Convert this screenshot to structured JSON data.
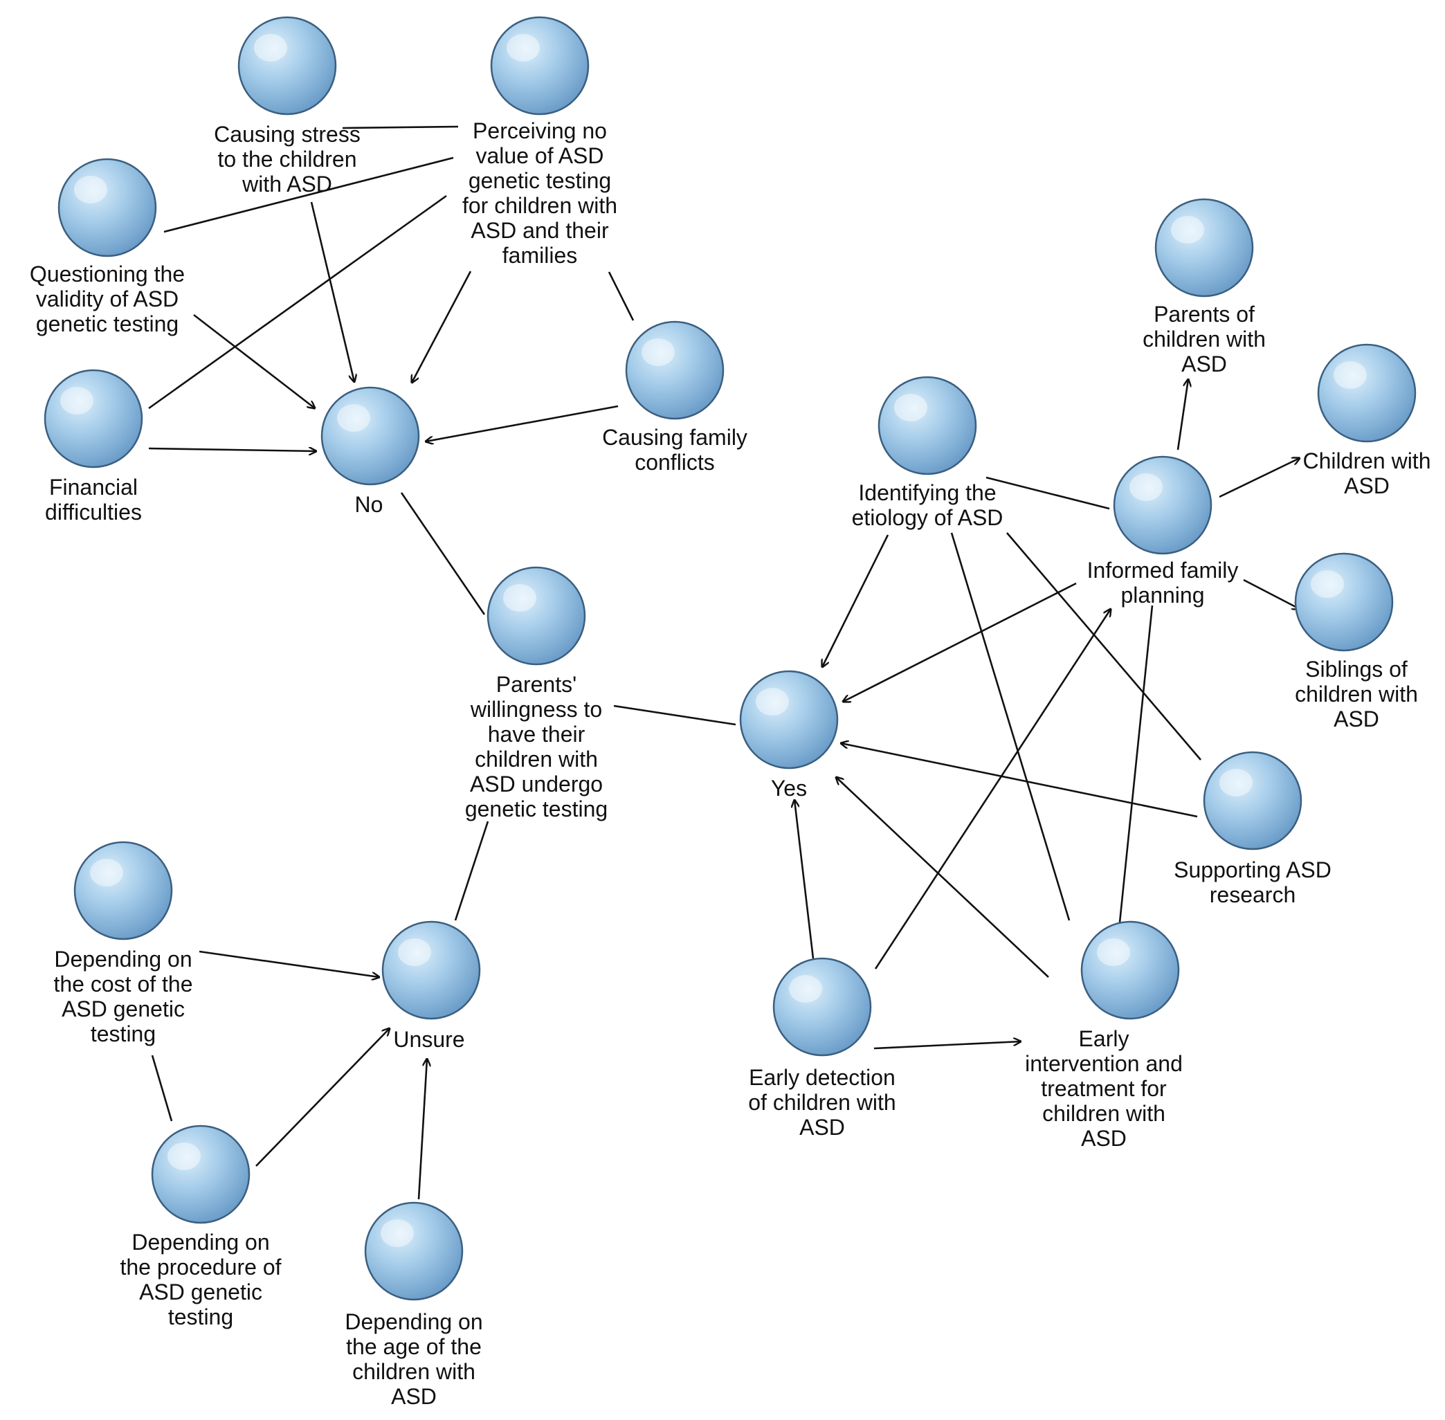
{
  "colors": {
    "sphere_light": "#dceefa",
    "sphere_mid": "#a6cdea",
    "sphere_dark": "#6a9cc8",
    "sphere_edge": "#3b5f80",
    "line": "#111111",
    "text": "#111111"
  },
  "nodes": {
    "causing_stress": {
      "label": [
        "Causing stress",
        "to the children",
        "with ASD"
      ]
    },
    "perceiving_no_value": {
      "label": [
        "Perceiving no",
        "value of ASD",
        "genetic testing",
        "for children with",
        "ASD and their",
        "families"
      ]
    },
    "questioning_validity": {
      "label": [
        "Questioning the",
        "validity of ASD",
        "genetic testing"
      ]
    },
    "financial": {
      "label": [
        "Financial",
        "difficulties"
      ]
    },
    "no": {
      "label": [
        "No"
      ]
    },
    "causing_conflicts": {
      "label": [
        "Causing family",
        "conflicts"
      ]
    },
    "parents_willingness": {
      "label": [
        "Parents'",
        "willingness to",
        "have their",
        "children with",
        "ASD undergo",
        "genetic testing"
      ]
    },
    "yes": {
      "label": [
        "Yes"
      ]
    },
    "identifying_etiology": {
      "label": [
        "Identifying the",
        "etiology of ASD"
      ]
    },
    "informed_planning": {
      "label": [
        "Informed family",
        "planning"
      ]
    },
    "parents_of_children": {
      "label": [
        "Parents of",
        "children with",
        "ASD"
      ]
    },
    "children_with_asd": {
      "label": [
        "Children with",
        "ASD"
      ]
    },
    "siblings": {
      "label": [
        "Siblings of",
        "children with",
        "ASD"
      ]
    },
    "supporting_research": {
      "label": [
        "Supporting ASD",
        "research"
      ]
    },
    "early_intervention": {
      "label": [
        "Early",
        "intervention and",
        "treatment for",
        "children with",
        "ASD"
      ]
    },
    "early_detection": {
      "label": [
        "Early detection",
        "of children with",
        "ASD"
      ]
    },
    "unsure": {
      "label": [
        "Unsure"
      ]
    },
    "depending_cost": {
      "label": [
        "Depending on",
        "the cost of the",
        "ASD genetic",
        "testing"
      ]
    },
    "depending_procedure": {
      "label": [
        "Depending on",
        "the procedure of",
        "ASD genetic",
        "testing"
      ]
    },
    "depending_age": {
      "label": [
        "Depending on",
        "the age of the",
        "children with",
        "ASD"
      ]
    }
  },
  "edges": [
    {
      "from": "causing_stress",
      "to": "perceiving_no_value",
      "directed": false
    },
    {
      "from": "questioning_validity",
      "to": "perceiving_no_value",
      "directed": false
    },
    {
      "from": "financial",
      "to": "perceiving_no_value",
      "directed": false
    },
    {
      "from": "perceiving_no_value",
      "to": "causing_conflicts",
      "directed": false
    },
    {
      "from": "causing_stress",
      "to": "no",
      "directed": true
    },
    {
      "from": "perceiving_no_value",
      "to": "no",
      "directed": true
    },
    {
      "from": "questioning_validity",
      "to": "no",
      "directed": true
    },
    {
      "from": "financial",
      "to": "no",
      "directed": true
    },
    {
      "from": "causing_conflicts",
      "to": "no",
      "directed": true
    },
    {
      "from": "no",
      "to": "parents_willingness",
      "directed": false
    },
    {
      "from": "parents_willingness",
      "to": "yes",
      "directed": false
    },
    {
      "from": "parents_willingness",
      "to": "unsure",
      "directed": false
    },
    {
      "from": "identifying_etiology",
      "to": "yes",
      "directed": true
    },
    {
      "from": "informed_planning",
      "to": "yes",
      "directed": true
    },
    {
      "from": "supporting_research",
      "to": "yes",
      "directed": true
    },
    {
      "from": "early_intervention",
      "to": "yes",
      "directed": true
    },
    {
      "from": "early_detection",
      "to": "yes",
      "directed": true
    },
    {
      "from": "identifying_etiology",
      "to": "informed_planning",
      "directed": false
    },
    {
      "from": "identifying_etiology",
      "to": "supporting_research",
      "directed": false
    },
    {
      "from": "identifying_etiology",
      "to": "early_intervention",
      "directed": false
    },
    {
      "from": "informed_planning",
      "to": "early_intervention",
      "directed": false
    },
    {
      "from": "early_detection",
      "to": "informed_planning",
      "directed": true
    },
    {
      "from": "early_detection",
      "to": "early_intervention",
      "directed": true
    },
    {
      "from": "informed_planning",
      "to": "parents_of_children",
      "directed": true
    },
    {
      "from": "informed_planning",
      "to": "children_with_asd",
      "directed": true
    },
    {
      "from": "informed_planning",
      "to": "siblings",
      "directed": true
    },
    {
      "from": "depending_cost",
      "to": "unsure",
      "directed": true
    },
    {
      "from": "depending_cost",
      "to": "depending_procedure",
      "directed": false
    },
    {
      "from": "depending_procedure",
      "to": "unsure",
      "directed": true
    },
    {
      "from": "depending_age",
      "to": "unsure",
      "directed": true
    }
  ]
}
